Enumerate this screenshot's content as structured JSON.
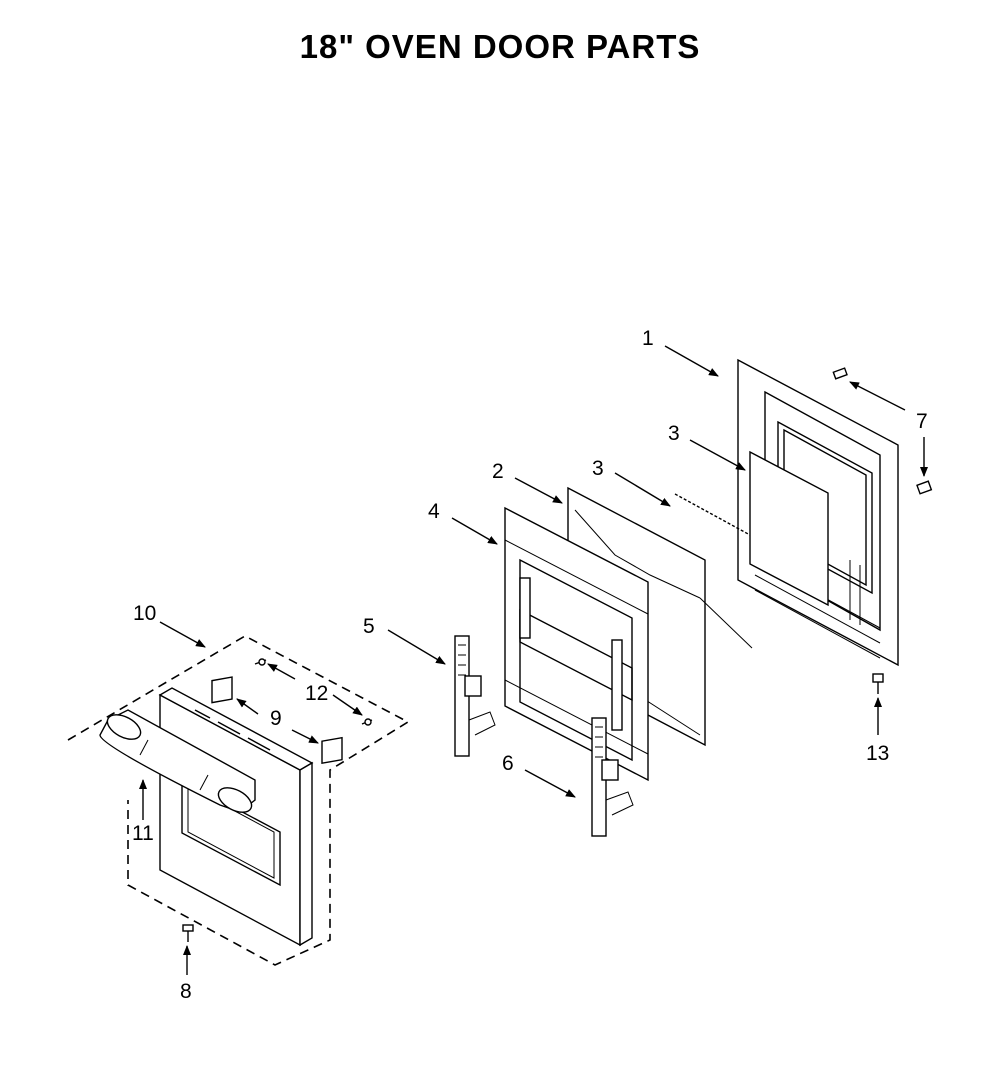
{
  "title": "18\" OVEN DOOR PARTS",
  "callouts": {
    "c1": "1",
    "c2": "2",
    "c3a": "3",
    "c3b": "3",
    "c4": "4",
    "c5": "5",
    "c6": "6",
    "c7": "7",
    "c8": "8",
    "c9": "9",
    "c10": "10",
    "c11": "11",
    "c12": "12",
    "c13": "13"
  },
  "colors": {
    "ink": "#000000",
    "paper": "#ffffff"
  }
}
